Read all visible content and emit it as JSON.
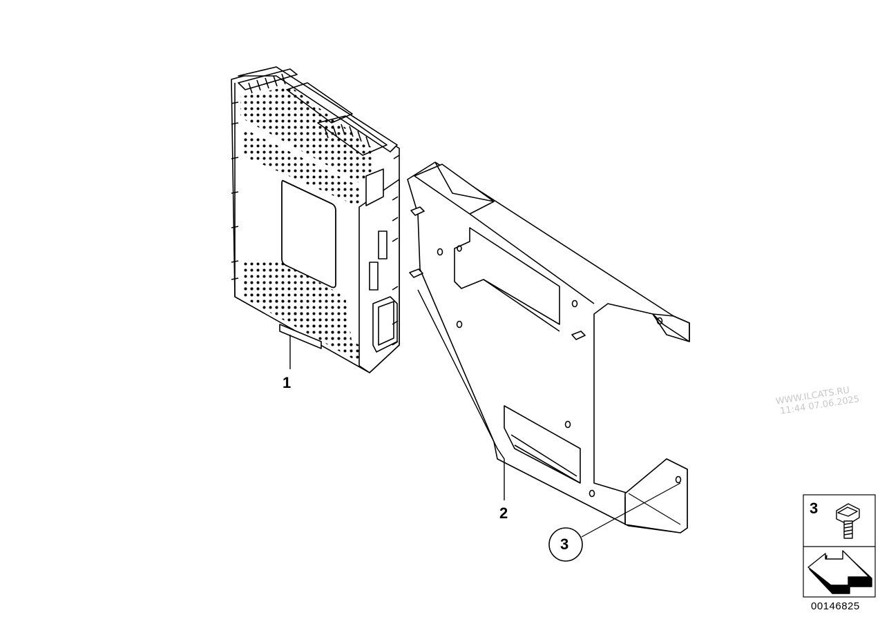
{
  "callouts": {
    "part_1": "1",
    "part_2": "2",
    "part_3": "3"
  },
  "legend": {
    "part_number": "3"
  },
  "watermark": {
    "line1": "WWW.ILCATS.RU",
    "line2": "11:44 07.06.2025"
  },
  "diagram_id": "00146825",
  "icons": {
    "control_unit": "control-unit-icon",
    "bracket": "mounting-bracket-icon",
    "bolt": "hex-bolt-icon",
    "arrow": "direction-arrow-icon"
  }
}
